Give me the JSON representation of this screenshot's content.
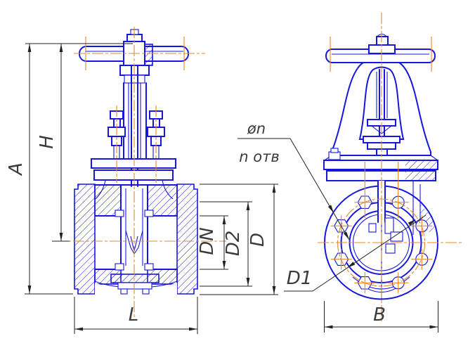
{
  "drawing": {
    "type": "gate-valve-two-view-technical-drawing",
    "colors": {
      "outline": "#1717dd",
      "centerline": "#e2892b",
      "dimension": "#222222",
      "label": "#3b3b3b",
      "background": "#ffffff"
    },
    "labels": {
      "A": "A",
      "H": "H",
      "L": "L",
      "DN": "DN",
      "D2": "D2",
      "D": "D",
      "D1": "D1",
      "B": "B",
      "holes_dia": "øn",
      "holes_count": "n отв"
    }
  }
}
